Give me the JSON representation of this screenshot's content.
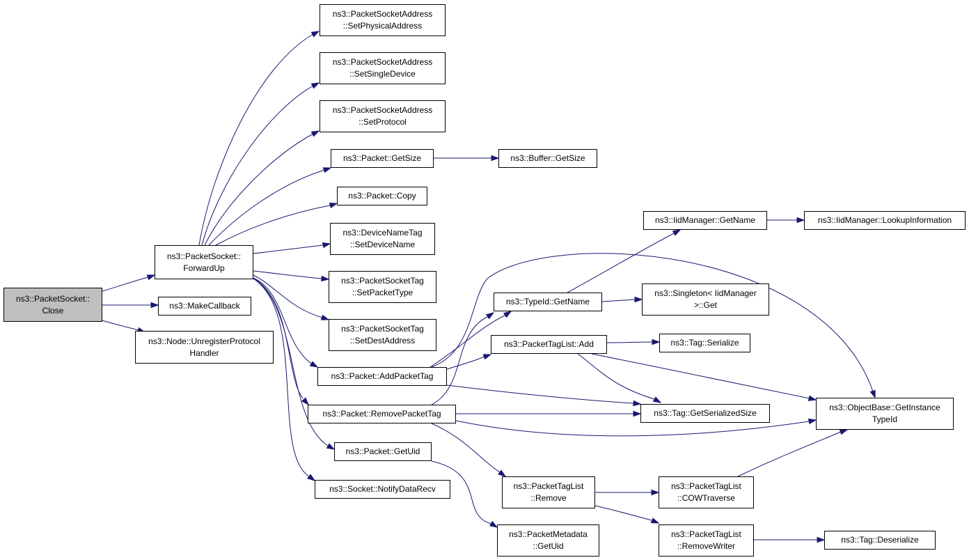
{
  "colors": {
    "edge": "#191970",
    "root_fill": "#bfbfbf",
    "node_fill": "#ffffff",
    "border": "#000000"
  },
  "nodes": {
    "close": "ns3::PacketSocket::\nClose",
    "forwardup": "ns3::PacketSocket::\nForwardUp",
    "makecallback": "ns3::MakeCallback",
    "unregister": "ns3::Node::UnregisterProtocol\nHandler",
    "setphys": "ns3::PacketSocketAddress\n::SetPhysicalAddress",
    "setsingle": "ns3::PacketSocketAddress\n::SetSingleDevice",
    "setproto": "ns3::PacketSocketAddress\n::SetProtocol",
    "pgetsize": "ns3::Packet::GetSize",
    "bgetsize": "ns3::Buffer::GetSize",
    "copy": "ns3::Packet::Copy",
    "devname": "ns3::DeviceNameTag\n::SetDeviceName",
    "settype": "ns3::PacketSocketTag\n::SetPacketType",
    "setdest": "ns3::PacketSocketTag\n::SetDestAddress",
    "addtag": "ns3::Packet::AddPacketTag",
    "removetag": "ns3::Packet::RemovePacketTag",
    "getuid": "ns3::Packet::GetUid",
    "notify": "ns3::Socket::NotifyDataRecv",
    "iidgetname": "ns3::IidManager::GetName",
    "lookup": "ns3::IidManager::LookupInformation",
    "typeidname": "ns3::TypeId::GetName",
    "singleton": "ns3::Singleton< IidManager\n >::Get",
    "ptladd": "ns3::PacketTagList::Add",
    "serialize": "ns3::Tag::Serialize",
    "serialsize": "ns3::Tag::GetSerializedSize",
    "instance": "ns3::ObjectBase::GetInstance\nTypeId",
    "ptlremove": "ns3::PacketTagList\n::Remove",
    "metauid": "ns3::PacketMetadata\n::GetUid",
    "cow": "ns3::PacketTagList\n::COWTraverse",
    "writer": "ns3::PacketTagList\n::RemoveWriter",
    "deserialize": "ns3::Tag::Deserialize"
  }
}
